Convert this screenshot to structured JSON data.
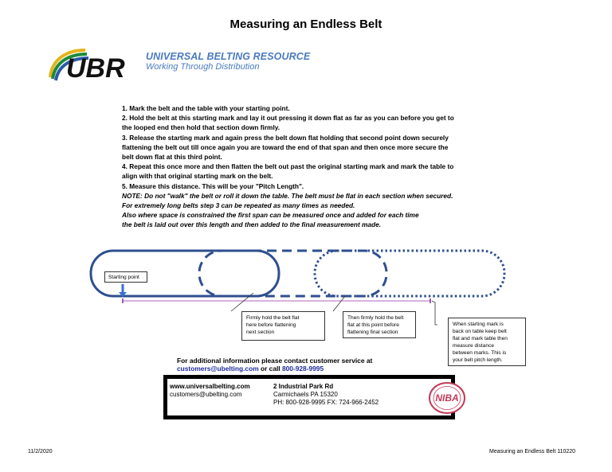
{
  "title": "Measuring an Endless Belt",
  "logo": {
    "mark": "UBR",
    "name": "UNIVERSAL BELTING RESOURCE",
    "tagline": "Working Through Distribution"
  },
  "instructions": [
    "1. Mark the belt and the table with your starting point.",
    "2. Hold the belt at this starting mark and lay it out pressing it down flat as far as you can before you get to",
    "the looped end then hold that section down firmly.",
    "3. Release the starting mark and again press the belt down flat holding that second point down securely",
    "flattening the belt out till once again you are toward the end of that span and then once more secure the",
    "belt down flat at this third point.",
    "4. Repeat this once more and then flatten the belt out past the original starting mark and mark the table to",
    "align with that original starting mark on the belt.",
    "5. Measure this distance.   This will be your \"Pitch Length\"."
  ],
  "notes": [
    "NOTE: Do not \"walk\" the belt or roll it down the table.  The belt must be flat in each section when secured.",
    "For extremely long belts step 3 can be repeated as many times as needed.",
    "Also where space is constrained the first span can be measured once and added for each time",
    "the belt is laid out over this length and then added to the final measurement made."
  ],
  "diagram": {
    "start_label": "Starting point",
    "callout1": [
      "Firmly hold the belt flat",
      "here before flattening",
      "next section"
    ],
    "callout2": [
      "Then firmly hold the belt",
      "flat at this point before",
      "flattening final section"
    ],
    "callout3": [
      "When starting mark is",
      "back on table keep belt",
      "flat and mark table then",
      "measure distance",
      "between marks.  This is",
      "your belt pitch length."
    ],
    "colors": {
      "belt": "#2f4f8f",
      "arrow": "#3a6fd0",
      "pitch_line": "#b060c0",
      "mark": "#7a2fa0"
    }
  },
  "contact": {
    "line1": "For additional information please contact customer service at",
    "email": "customers@ubelting.com",
    "or_call": " or call ",
    "phone": "800-928-9995"
  },
  "footer_box": {
    "web": "www.universalbelting.com",
    "email": "customers@ubelting.com",
    "address": "2 Industrial Park Rd",
    "city": "Carmichaels PA 15320",
    "phones": "PH: 800-928-9995  FX: 724-966-2452",
    "badge": "NIBA"
  },
  "footer": {
    "date": "11/2/2020",
    "doc": "Measuring an Endless Belt 110220"
  }
}
